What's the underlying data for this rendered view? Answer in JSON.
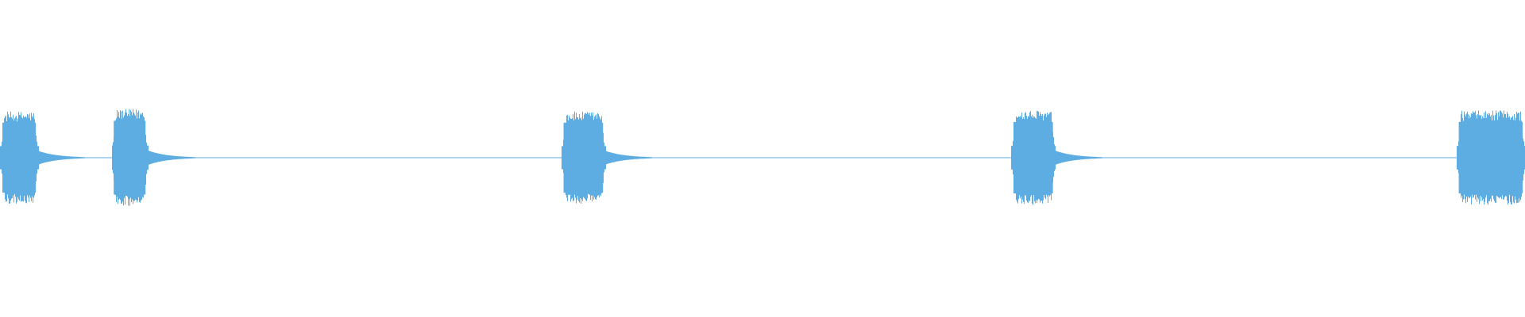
{
  "waveform": {
    "color": "#5dade2",
    "background": "#ffffff",
    "bursts": [
      {
        "start": 0.0,
        "end": 0.025,
        "level": 0.95,
        "decay": 0.05
      },
      {
        "start": 0.073,
        "end": 0.097,
        "level": 1.0,
        "decay": 0.05
      },
      {
        "start": 0.368,
        "end": 0.397,
        "level": 0.95,
        "decay": 0.05
      },
      {
        "start": 0.663,
        "end": 0.692,
        "level": 0.97,
        "decay": 0.05
      },
      {
        "start": 0.955,
        "end": 1.0,
        "level": 0.97,
        "decay": 0.0
      }
    ]
  }
}
